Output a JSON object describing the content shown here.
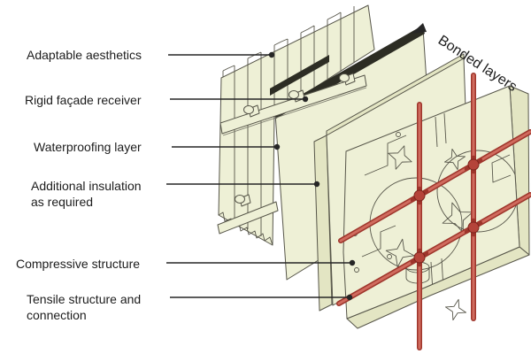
{
  "diagram_type": "exploded-facade-assembly",
  "callouts": {
    "adaptable": {
      "label": "Adaptable aesthetics"
    },
    "receiver": {
      "label": "Rigid façade receiver"
    },
    "waterproofing": {
      "label": "Waterproofing layer"
    },
    "insulation": {
      "label": "Additional insulation",
      "label2": "as required"
    },
    "compressive": {
      "label": "Compressive structure"
    },
    "tensile": {
      "label": "Tensile structure and",
      "label2": "connection"
    }
  },
  "annotation": {
    "bonded": "Bonded layers"
  },
  "colors": {
    "background": "#ffffff",
    "panel_fill": "#eef0d6",
    "panel_side": "#e3e5c3",
    "outline": "#57564a",
    "membrane_dark": "#2d2d24",
    "rod_outer": "#9e352b",
    "rod_inner": "#d06b5e",
    "node": "#b5443a",
    "leader": "#262626",
    "text": "#1c1c1c"
  }
}
